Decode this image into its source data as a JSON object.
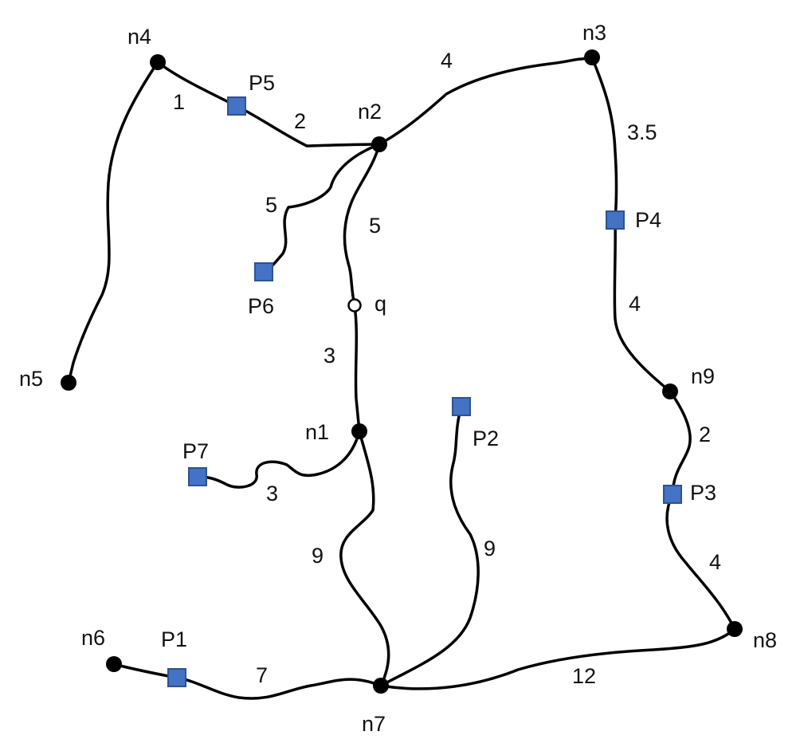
{
  "diagram": {
    "colors": {
      "edge": "#000000",
      "node": "#000000",
      "poi_fill": "#4472c4",
      "poi_stroke": "#2f528f"
    },
    "nodes": [
      {
        "id": "n1",
        "label": "n1"
      },
      {
        "id": "n2",
        "label": "n2"
      },
      {
        "id": "n3",
        "label": "n3"
      },
      {
        "id": "n4",
        "label": "n4"
      },
      {
        "id": "n5",
        "label": "n5"
      },
      {
        "id": "n6",
        "label": "n6"
      },
      {
        "id": "n7",
        "label": "n7"
      },
      {
        "id": "n8",
        "label": "n8"
      },
      {
        "id": "n9",
        "label": "n9"
      }
    ],
    "query_point": {
      "label": "q"
    },
    "points_of_interest": [
      {
        "id": "P1",
        "label": "P1"
      },
      {
        "id": "P2",
        "label": "P2"
      },
      {
        "id": "P3",
        "label": "P3"
      },
      {
        "id": "P4",
        "label": "P4"
      },
      {
        "id": "P5",
        "label": "P5"
      },
      {
        "id": "P6",
        "label": "P6"
      },
      {
        "id": "P7",
        "label": "P7"
      }
    ],
    "edges": [
      {
        "from": "n4",
        "to": "P5",
        "weight": "1"
      },
      {
        "from": "P5",
        "to": "n2",
        "weight": "2"
      },
      {
        "from": "n2",
        "to": "n3",
        "weight": "4"
      },
      {
        "from": "n3",
        "to": "P4",
        "weight": "3.5"
      },
      {
        "from": "P4",
        "to": "n9",
        "weight": "4"
      },
      {
        "from": "n9",
        "to": "P3",
        "weight": "2"
      },
      {
        "from": "P3",
        "to": "n8",
        "weight": "4"
      },
      {
        "from": "n2",
        "to": "P6",
        "weight": "5"
      },
      {
        "from": "n2",
        "to": "q",
        "weight": "5"
      },
      {
        "from": "q",
        "to": "n1",
        "weight": "3"
      },
      {
        "from": "n1",
        "to": "P7",
        "weight": "3"
      },
      {
        "from": "n1",
        "to": "n7",
        "weight": "9"
      },
      {
        "from": "P2",
        "to": "n7",
        "weight": "9"
      },
      {
        "from": "n6",
        "to": "n7",
        "weight": "7"
      },
      {
        "from": "n7",
        "to": "n8",
        "weight": "12"
      },
      {
        "from": "n4",
        "to": "n5",
        "weight": ""
      }
    ]
  }
}
